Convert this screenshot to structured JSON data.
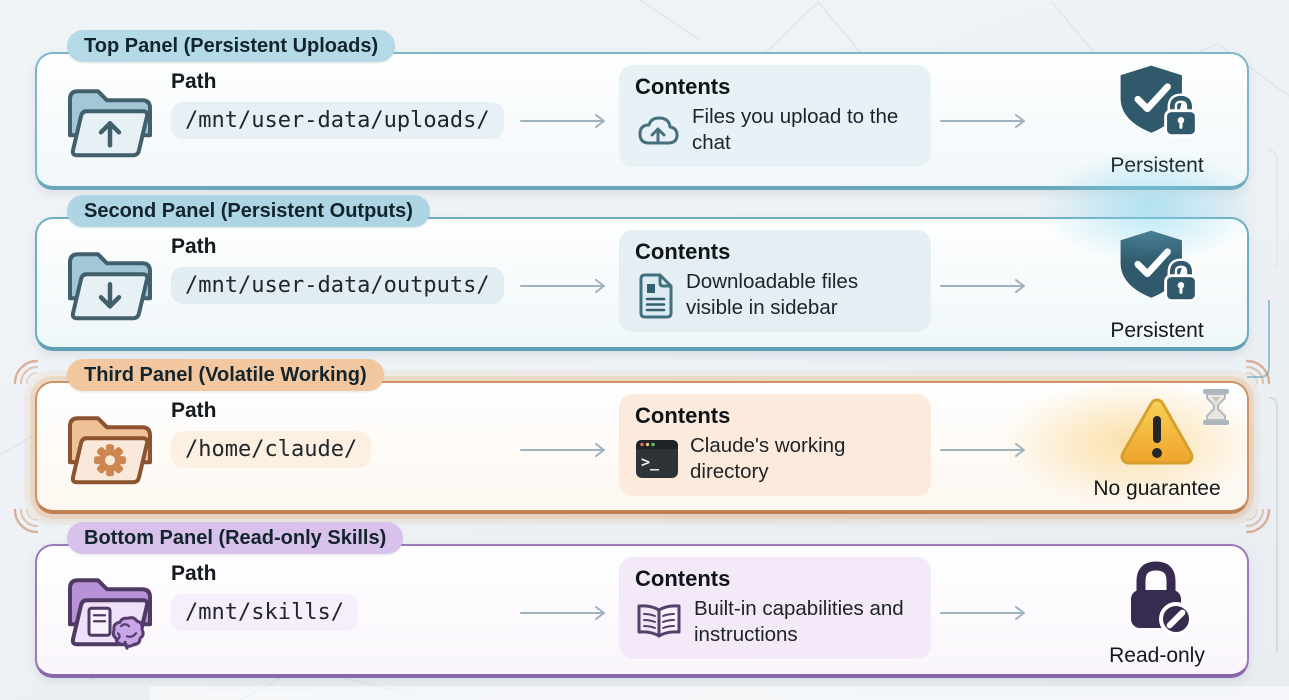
{
  "background": {
    "page": "#edf1f5",
    "mesh_line": "#dde4ea"
  },
  "arrow_color": "#9fb2bf",
  "panels": [
    {
      "title": "Top Panel (Persistent Uploads)",
      "path_label": "Path",
      "path": "/mnt/user-data/uploads/",
      "contents_label": "Contents",
      "contents_text": "Files you upload to the chat",
      "status": "Persistent",
      "icons": {
        "folder": "folder-upload-icon",
        "contents": "cloud-upload-icon",
        "status": "shield-check-lock-icon"
      },
      "theme": {
        "bd": "#7db6c8",
        "bddark": "#6aa7bb",
        "panelbg": "#f1f8fa",
        "badge": "#b5dae7",
        "card": "#e8f1f6",
        "pill": "#e6f0f5",
        "fback": "#a3c7d6",
        "ffront": "#e7f1f5",
        "fout": "#41606c",
        "accent": "#305a6c"
      }
    },
    {
      "title": "Second Panel (Persistent Outputs)",
      "path_label": "Path",
      "path": "/mnt/user-data/outputs/",
      "contents_label": "Contents",
      "contents_text": "Downloadable files visible in sidebar",
      "status": "Persistent",
      "icons": {
        "folder": "folder-download-icon",
        "contents": "document-icon",
        "status": "shield-check-lock-icon"
      },
      "theme": {
        "bd": "#6fadc2",
        "bddark": "#5f9fb4",
        "panelbg": "#eff7f9",
        "badge": "#aed5e4",
        "card": "#e4eef3",
        "pill": "#e2edf2",
        "fback": "#a3c7d6",
        "ffront": "#e7f1f5",
        "fout": "#41606c",
        "accent": "#305a6c"
      }
    },
    {
      "title": "Third Panel (Volatile Working)",
      "path_label": "Path",
      "path": "/home/claude/",
      "contents_label": "Contents",
      "contents_text": "Claude's working directory",
      "status": "No guarantee",
      "icons": {
        "folder": "folder-gear-icon",
        "contents": "terminal-icon",
        "status": "warning-triangle-icon",
        "corner": "hourglass-icon"
      },
      "theme": {
        "bd": "#cf9166",
        "bddark": "#c08052",
        "panelbg": "#fdf7f0",
        "badge": "#f2c79f",
        "card": "#fcebdd",
        "pill": "#fdf0e3",
        "fback": "#f0c096",
        "ffront": "#fae9da",
        "fout": "#8c5330",
        "accent": "#f2b52e"
      }
    },
    {
      "title": "Bottom Panel (Read-only Skills)",
      "path_label": "Path",
      "path": "/mnt/skills/",
      "contents_label": "Contents",
      "contents_text": "Built-in capabilities and instructions",
      "status": "Read-only",
      "icons": {
        "folder": "folder-skills-icon",
        "contents": "open-book-icon",
        "status": "lock-prohibited-icon"
      },
      "theme": {
        "bd": "#9b79ba",
        "bddark": "#8a66ab",
        "panelbg": "#faf6fc",
        "badge": "#d8c2eb",
        "card": "#f3e9f9",
        "pill": "#f6eefa",
        "fback": "#b792d6",
        "ffront": "#eee0f8",
        "fout": "#4e3a63",
        "accent": "#382b50"
      }
    }
  ]
}
